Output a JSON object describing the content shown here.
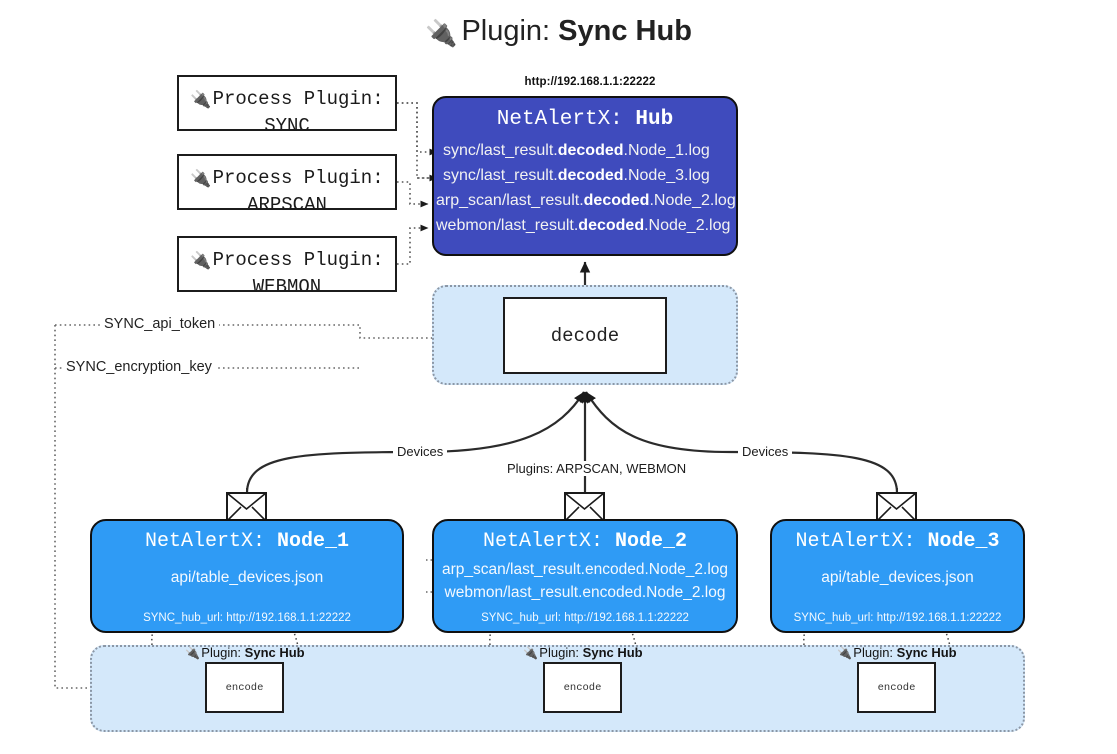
{
  "title": {
    "icon": "plug-icon",
    "prefix": "Plugin:",
    "name": "Sync Hub"
  },
  "process_plugins": [
    {
      "icon": "plug-icon",
      "label": "Process Plugin:",
      "name": "SYNC"
    },
    {
      "icon": "plug-icon",
      "label": "Process Plugin:",
      "name": "ARPSCAN"
    },
    {
      "icon": "plug-icon",
      "label": "Process Plugin:",
      "name": "WEBMON"
    }
  ],
  "hub": {
    "url": "http://192.168.1.1:22222",
    "title_prefix": "NetAlertX:",
    "title_name": "Hub",
    "lines": [
      {
        "pre": "sync/last_result.",
        "bold": "decoded",
        "post": ".Node_1.log"
      },
      {
        "pre": "sync/last_result.",
        "bold": "decoded",
        "post": ".Node_3.log"
      },
      {
        "pre": "arp_scan/last_result.",
        "bold": "decoded",
        "post": ".Node_2.log"
      },
      {
        "pre": "webmon/last_result.",
        "bold": "decoded",
        "post": ".Node_2.log"
      }
    ]
  },
  "decode": {
    "label": "decode"
  },
  "keys": [
    {
      "label": "SYNC_api_token"
    },
    {
      "label": "SYNC_encryption_key"
    }
  ],
  "edge_labels": {
    "left": "Devices",
    "center": "Plugins: ARPSCAN, WEBMON",
    "right": "Devices"
  },
  "nodes": [
    {
      "title_prefix": "NetAlertX:",
      "title_name": "Node_1",
      "lines": [
        "api/table_devices.json"
      ],
      "hub_url_key": "SYNC_hub_url:",
      "hub_url": "http://192.168.1.1:22222",
      "icon": "envelope-icon"
    },
    {
      "title_prefix": "NetAlertX:",
      "title_name": "Node_2",
      "lines": [
        "arp_scan/last_result.encoded.Node_2.log",
        "webmon/last_result.encoded.Node_2.log"
      ],
      "hub_url_key": "SYNC_hub_url:",
      "hub_url": "http://192.168.1.1:22222",
      "icon": "envelope-icon"
    },
    {
      "title_prefix": "NetAlertX:",
      "title_name": "Node_3",
      "lines": [
        "api/table_devices.json"
      ],
      "hub_url_key": "SYNC_hub_url:",
      "hub_url": "http://192.168.1.1:22222",
      "icon": "envelope-icon"
    }
  ],
  "encoders": [
    {
      "caption_prefix": "Plugin:",
      "caption_name": "Sync Hub",
      "label": "encode",
      "icon": "plug-icon"
    },
    {
      "caption_prefix": "Plugin:",
      "caption_name": "Sync Hub",
      "label": "encode",
      "icon": "plug-icon"
    },
    {
      "caption_prefix": "Plugin:",
      "caption_name": "Sync Hub",
      "label": "encode",
      "icon": "plug-icon"
    }
  ],
  "colors": {
    "hub_fill": "#3f4bbd",
    "node_fill": "#2f9bf5",
    "zone_fill": "#d4e8fa",
    "stroke": "#101010"
  }
}
